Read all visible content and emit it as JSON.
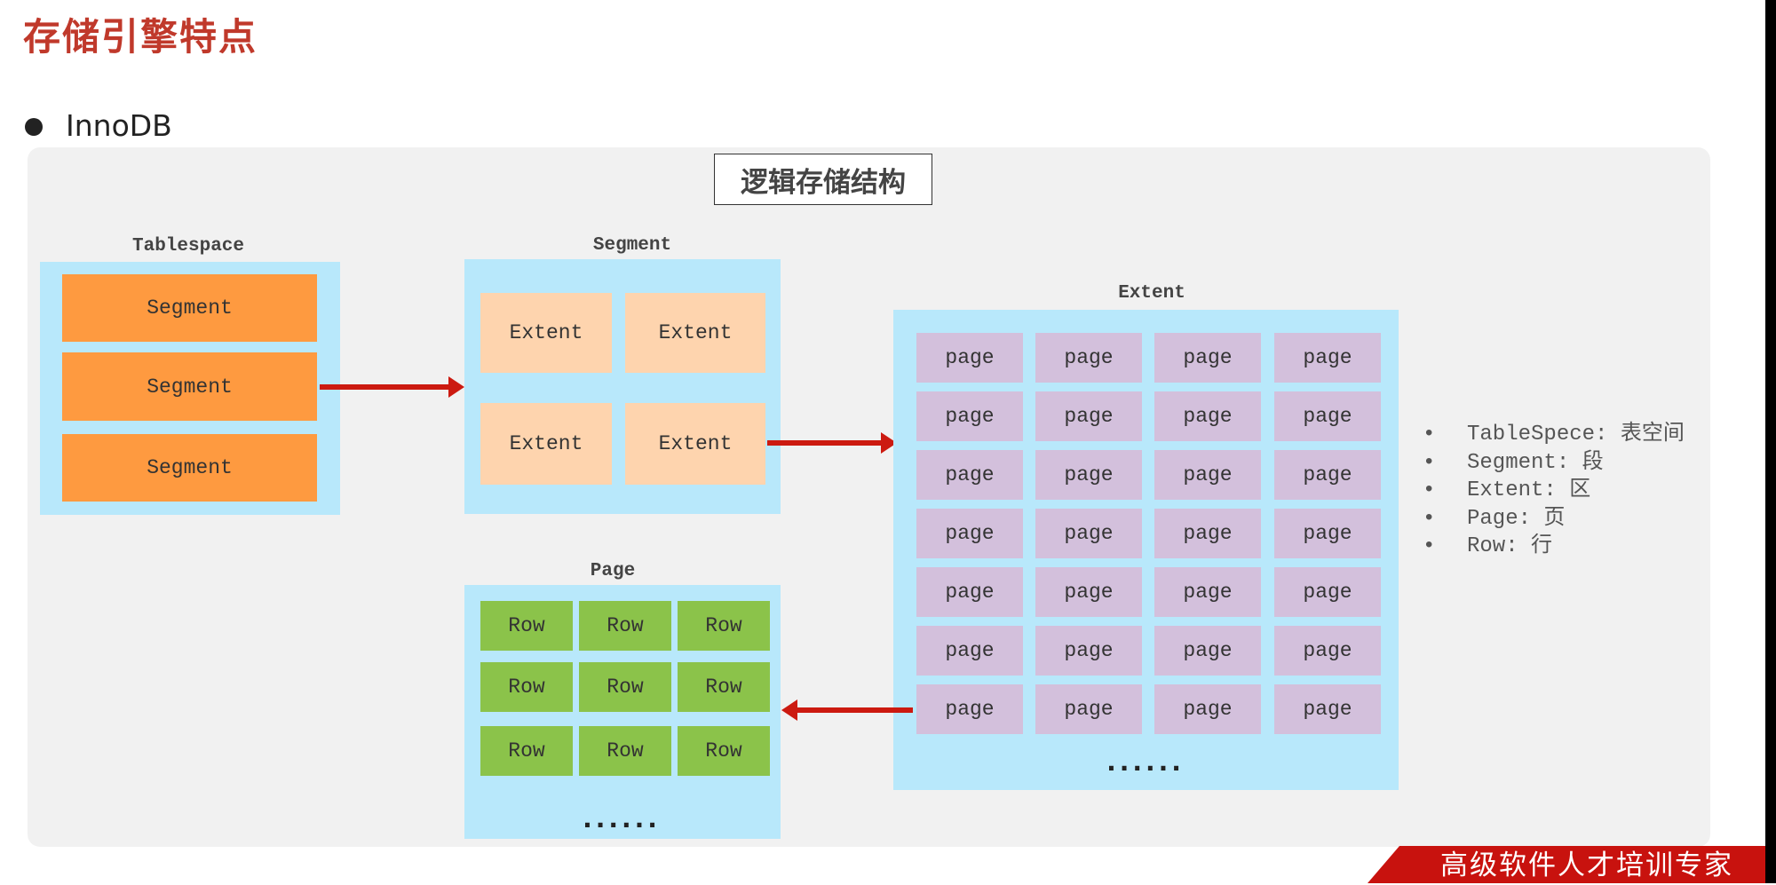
{
  "header": {
    "title": "存储引擎特点",
    "bullet": "InnoDB"
  },
  "diagram": {
    "title": "逻辑存储结构",
    "tablespace": {
      "label": "Tablespace",
      "items": [
        "Segment",
        "Segment",
        "Segment"
      ]
    },
    "segment": {
      "label": "Segment",
      "items": [
        "Extent",
        "Extent",
        "Extent",
        "Extent"
      ]
    },
    "extent": {
      "label": "Extent",
      "item": "page",
      "rows": 7,
      "cols": 4,
      "more": "......"
    },
    "page": {
      "label": "Page",
      "item": "Row",
      "rows": 3,
      "cols": 3,
      "more": "......"
    },
    "legend": [
      "TableSpece: 表空间",
      "Segment: 段",
      "Extent: 区",
      "Page: 页",
      "Row: 行"
    ]
  },
  "footer": {
    "banner": "高级软件人才培训专家"
  },
  "colors": {
    "title": "#c0392b",
    "container": "#b8e8fb",
    "segment": "#fe9a40",
    "extent": "#fed4ae",
    "page": "#d3c0dc",
    "row": "#8bc34a",
    "arrow": "#cc1a10"
  }
}
